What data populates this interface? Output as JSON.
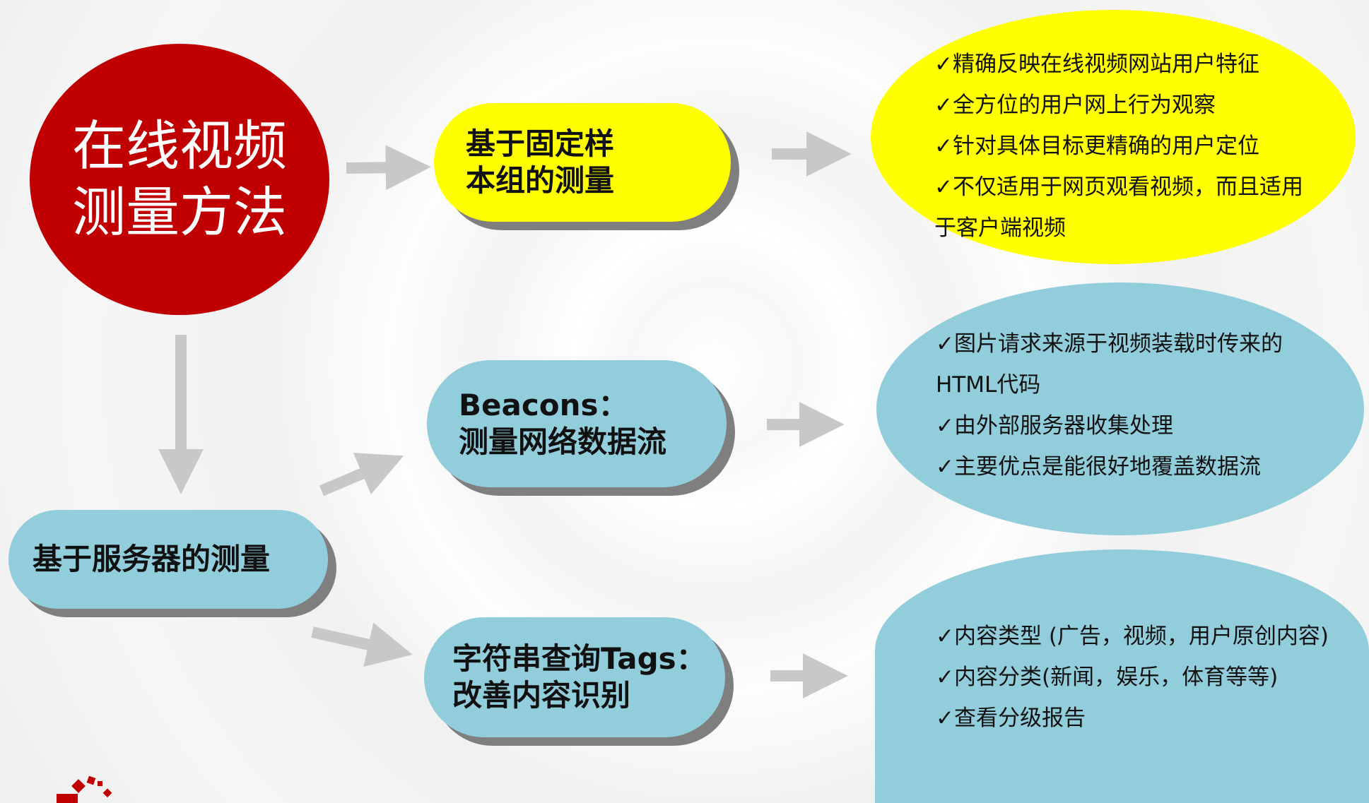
{
  "title": {
    "line1": "在线视频",
    "line2": "测量方法"
  },
  "panel_method": {
    "line1": "基于固定样",
    "line2": "本组的测量"
  },
  "server_method": "基于服务器的测量",
  "beacons": {
    "line1": "Beacons：",
    "line2": "测量网络数据流"
  },
  "tags": {
    "line1": "字符串查询Tags：",
    "line2": "改善内容识别"
  },
  "panel_points": [
    "✓精确反映在线视频网站用户特征",
    "✓全方位的用户网上行为观察",
    "✓针对具体目标更精确的用户定位",
    "✓不仅适用于网页观看视频，而且适用",
    "于客户端视频"
  ],
  "beacons_points": [
    "✓图片请求来源于视频装载时传来的",
    "HTML代码",
    "✓由外部服务器收集处理",
    "✓主要优点是能很好地覆盖数据流"
  ],
  "tags_points": [
    "✓内容类型 (广告，视频，用户原创内容)",
    "✓内容分类(新闻，娱乐，体育等等)",
    "✓查看分级报告"
  ],
  "colors": {
    "red": "#c00000",
    "yellow": "#ffff00",
    "blue": "#92cddc",
    "arrow": "#c8c8c8",
    "shadow": "#7f7f7f"
  }
}
